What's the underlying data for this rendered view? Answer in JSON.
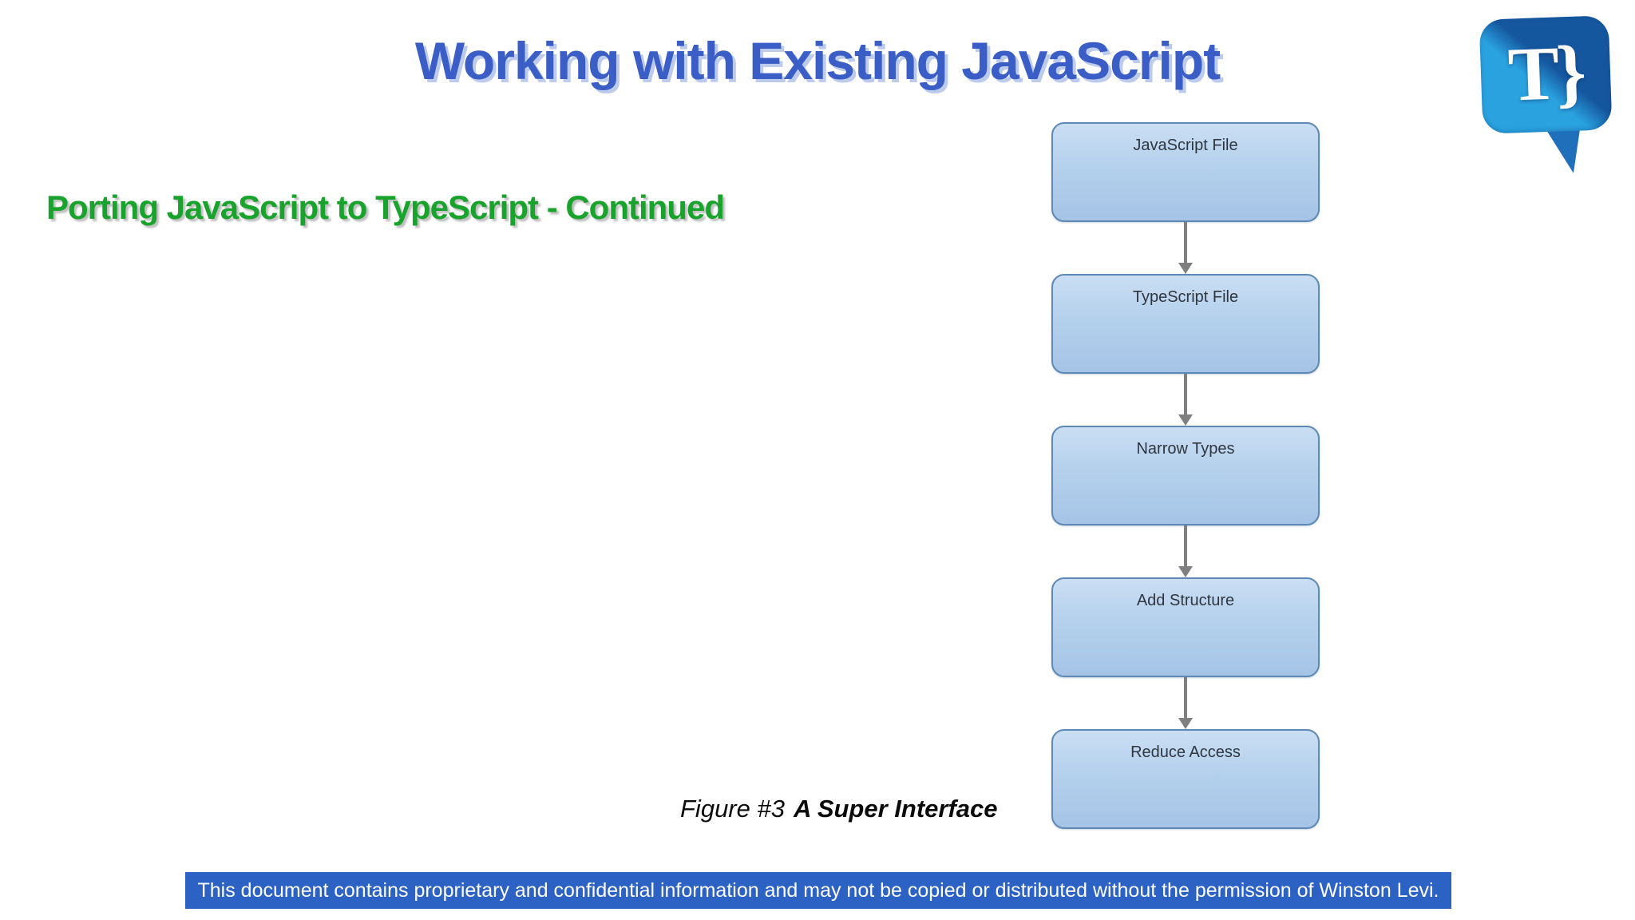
{
  "slide": {
    "title": "Working with Existing JavaScript",
    "subtitle": "Porting JavaScript to TypeScript - Continued"
  },
  "flowchart": {
    "nodes": [
      {
        "label": "JavaScript File"
      },
      {
        "label": "TypeScript File"
      },
      {
        "label": "Narrow Types"
      },
      {
        "label": "Add Structure"
      },
      {
        "label": "Reduce Access"
      }
    ]
  },
  "caption": {
    "prefix": "Figure #3",
    "emphasis": "A Super Interface"
  },
  "footer": {
    "text": "This document contains proprietary and confidential information and may not be copied or distributed without the permission of Winston Levi."
  },
  "logo": {
    "text": "T}"
  },
  "colors": {
    "title_blue": "#3a5ec6",
    "subtitle_green": "#19a32d",
    "node_fill_top": "#cadef3",
    "node_fill_bottom": "#a5c4e6",
    "node_border": "#5f89b5",
    "arrow_gray": "#7f7f7f",
    "footer_bg": "#2b62c4",
    "logo_dark_blue": "#15579f",
    "logo_light_blue": "#2aa2e0"
  }
}
